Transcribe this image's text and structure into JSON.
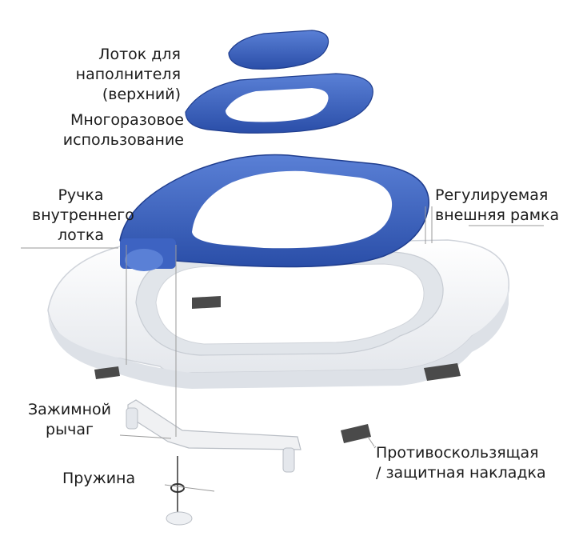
{
  "labels": {
    "top_tray": [
      "Лоток для",
      "наполнителя",
      "(верхний)"
    ],
    "reusable": [
      "Многоразовое",
      "использование"
    ],
    "handle": [
      "Ручка",
      "внутреннего",
      "лотка"
    ],
    "frame": [
      "Регулируемая",
      "внешняя рамка"
    ],
    "lever": [
      "Зажимной",
      "рычаг"
    ],
    "spring": [
      "Пружина"
    ],
    "pad": [
      "Противоскользящая",
      "/ защитная накладка"
    ]
  },
  "colors": {
    "blue": "#2f56b8",
    "blue_dark": "#1f3d8e",
    "blue_light": "#6a8ee0",
    "white_part": "#f4f5f7",
    "shadow": "#d4d8de",
    "pad": "#4a4a4a",
    "line": "#9a9a9a"
  }
}
